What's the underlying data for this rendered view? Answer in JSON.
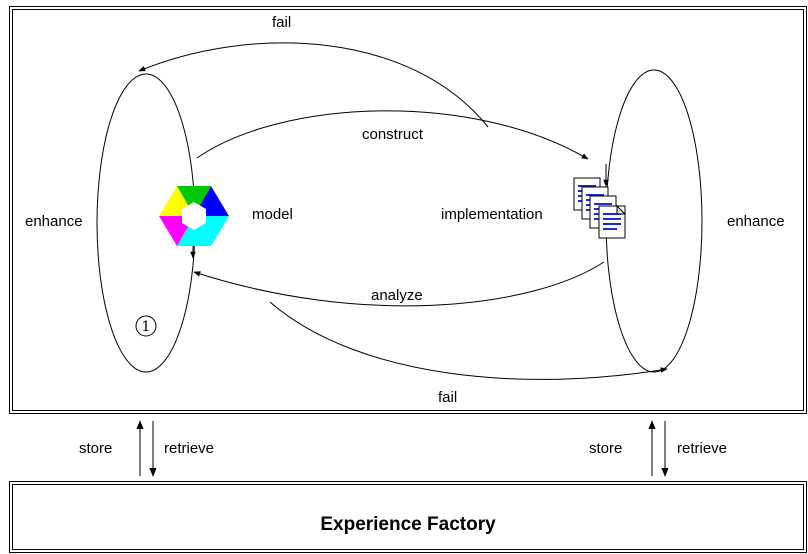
{
  "cycle": {
    "fail_top": "fail",
    "construct": "construct",
    "model": "model",
    "implementation": "implementation",
    "enhance_left": "enhance",
    "enhance_right": "enhance",
    "analyze": "analyze",
    "fail_bottom": "fail",
    "step_number": "1"
  },
  "connectors": {
    "left": {
      "store": "store",
      "retrieve": "retrieve"
    },
    "right": {
      "store": "store",
      "retrieve": "retrieve"
    }
  },
  "factory": {
    "title": "Experience Factory"
  },
  "icons": {
    "model": "hexagon-color-wheel-icon",
    "implementation": "document-stack-icon"
  },
  "colors": {
    "hex_yellow": "#ffff00",
    "hex_green": "#00c800",
    "hex_blue": "#0000ff",
    "hex_cyan": "#00ffff",
    "hex_magenta": "#ff00ff",
    "hex_red": "#ff0000",
    "doc_lines": "#1a2bd6"
  }
}
